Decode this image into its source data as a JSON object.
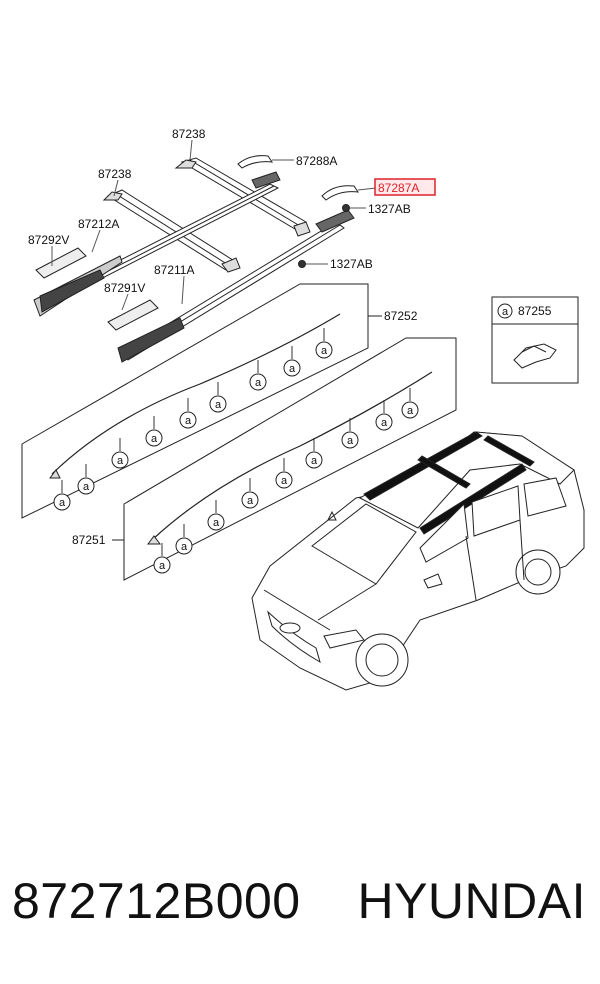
{
  "diagram": {
    "labels": {
      "p87238_a": "87238",
      "p87238_b": "87238",
      "p87288A": "87288A",
      "p87287A": "87287A",
      "p1327AB_a": "1327AB",
      "p1327AB_b": "1327AB",
      "p87212A": "87212A",
      "p87292V": "87292V",
      "p87211A": "87211A",
      "p87291V": "87291V",
      "p87252": "87252",
      "p87251": "87251",
      "p87255": "87255"
    },
    "clip_symbol": "a",
    "highlight_color": "#e0202a"
  },
  "footer": {
    "part_number": "872712B000",
    "brand": "HYUNDAI"
  }
}
